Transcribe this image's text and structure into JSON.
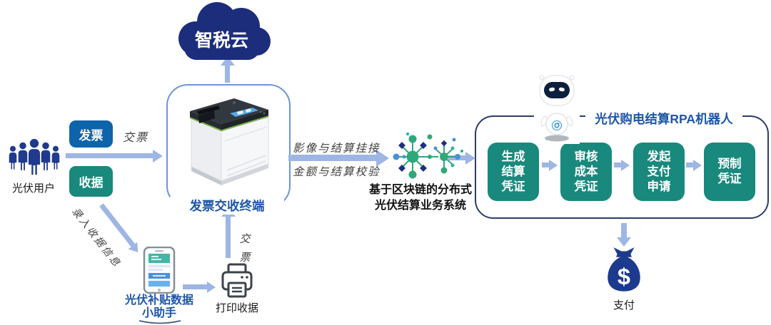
{
  "cloud": {
    "label": "智税云"
  },
  "users": {
    "label": "光伏用户"
  },
  "invoice_button": {
    "label": "发票"
  },
  "receipt_button": {
    "label": "收据"
  },
  "flow_labels": {
    "submit_invoice": "交票",
    "enter_receipt_info": "录入收据信息",
    "submit_invoice_vertical": "交\n票",
    "image_settlement_link": "影像与结算挂接",
    "amount_settlement_check": "金额与结算校验"
  },
  "terminal": {
    "label": "发票交收终端"
  },
  "subsidy_assistant": {
    "label": "光伏补贴数据\n小助手"
  },
  "print_receipt": {
    "label": "打印收据"
  },
  "blockchain_system": {
    "label": "基于区块链的分布式\n光伏结算业务系统"
  },
  "rpa": {
    "title": "光伏购电结算RPA机器人",
    "steps": [
      {
        "label": "生成\n结算\n凭证"
      },
      {
        "label": "审核\n成本\n凭证"
      },
      {
        "label": "发起\n支付\n申请"
      },
      {
        "label": "预制\n凭证"
      }
    ]
  },
  "payment": {
    "label": "支付",
    "symbol": "$"
  },
  "colors": {
    "navy": "#1c2d7c",
    "brandBlue": "#0e64ab",
    "teal": "#18897c",
    "arrowBlue": "#9db6e4",
    "labelBlue": "#1e56a8",
    "borderNavy": "#2b3c6b",
    "terminalBorder": "#6b96d2",
    "ink": "#1a1a1a"
  },
  "icons": [
    "cloud-icon",
    "users-icon",
    "invoice-terminal-icon",
    "phone-icon",
    "printer-icon",
    "blockchain-icon",
    "robot-icon",
    "money-bag-icon"
  ]
}
